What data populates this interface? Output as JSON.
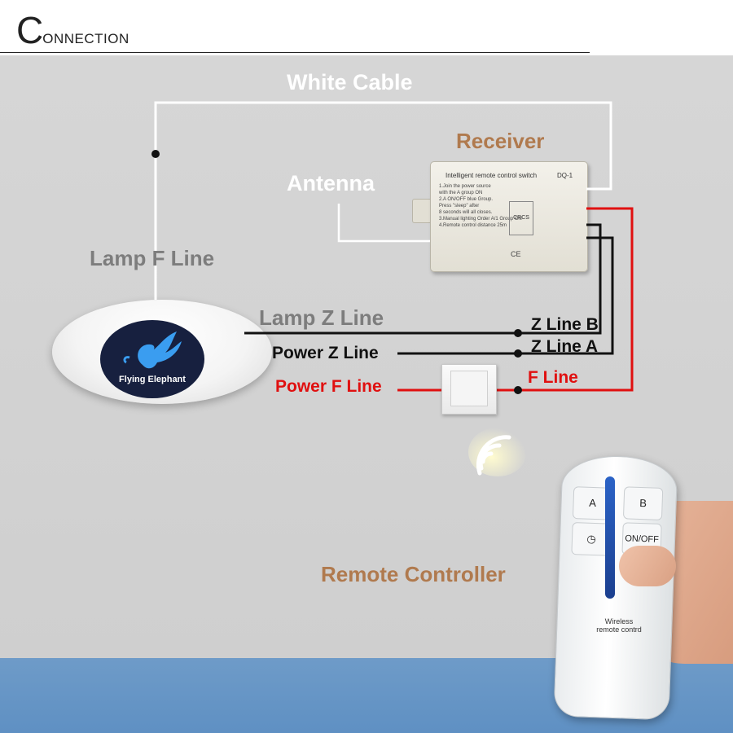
{
  "header": {
    "title_initial": "C",
    "title_rest": "ONNECTION"
  },
  "labels": {
    "white_cable": "White Cable",
    "receiver": "Receiver",
    "antenna": "Antenna",
    "lamp_f_line": "Lamp F Line",
    "lamp_z_line": "Lamp Z Line",
    "power_z_line": "Power Z Line",
    "power_f_line": "Power F Line",
    "z_line_b": "Z Line B",
    "z_line_a": "Z Line A",
    "f_line": "F Line",
    "remote_controller": "Remote Controller"
  },
  "lamp": {
    "brand": "Flying Elephant"
  },
  "receiver_device": {
    "title": "Intelligent remote control switch",
    "model": "DQ-1",
    "instructions": [
      "1.Join the power source",
      "with the A group ON",
      "2.A ON/OFF blue Group.",
      "Press \"sleep\" after",
      "8 seconds will all closes.",
      "3.Manual lighting Order A/1 Group ON",
      "4.Remote control distance 25m"
    ],
    "chip": "CRCS",
    "ce": "CE"
  },
  "remote": {
    "buttons": [
      "A",
      "B",
      "◷",
      "ON/OFF"
    ],
    "label_line1": "Wireless",
    "label_line2": "remote contrd"
  },
  "colors": {
    "label_brown": "#b07a4e",
    "label_gray": "#7d7d7d",
    "wire_red": "#e01010",
    "wire_black": "#111111",
    "floor_blue": "#6e9bc8"
  }
}
